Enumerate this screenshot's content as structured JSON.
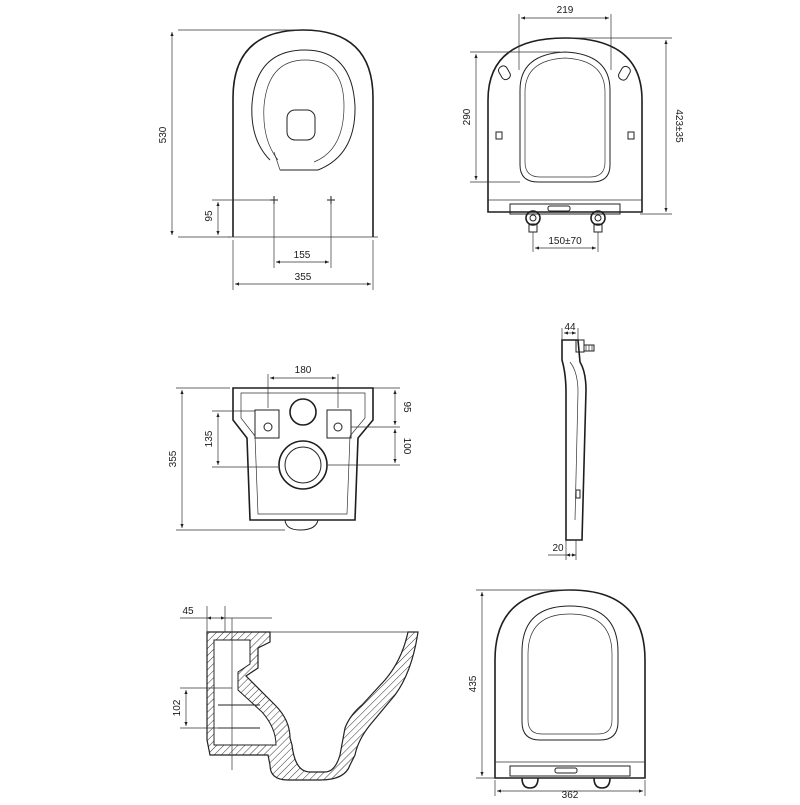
{
  "views": {
    "top": {
      "width": "355",
      "height": "530",
      "bolt_spacing": "155",
      "bolt_offset": "95"
    },
    "seat_top": {
      "width": "219",
      "depth": "290",
      "total": "423±35",
      "hinge_spacing": "150±70"
    },
    "rear": {
      "width": "355",
      "fixing_spacing": "180",
      "fixing_vertical": "135",
      "fixing_top": "95",
      "outlet_height": "100"
    },
    "seat_side": {
      "top_thickness": "44",
      "bottom_thickness": "20"
    },
    "section": {
      "wall_offset": "45",
      "outlet_height": "102"
    },
    "seat_bottom": {
      "width": "362",
      "depth": "435"
    }
  },
  "colors": {
    "line": "#222222",
    "background": "#ffffff"
  }
}
